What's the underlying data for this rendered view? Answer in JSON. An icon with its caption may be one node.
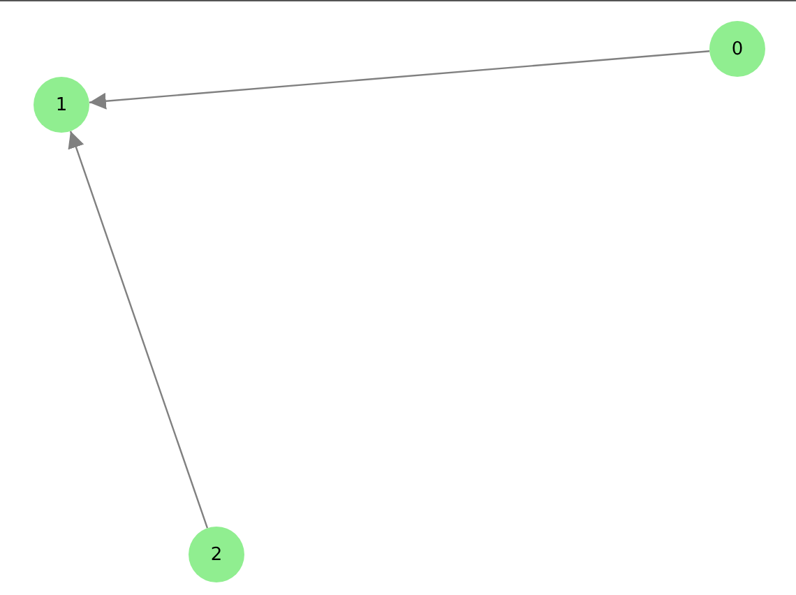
{
  "diagram": {
    "nodes": [
      {
        "text": [
          "0"
        ]
      },
      {
        "text": [
          "1"
        ]
      },
      {
        "text": [
          "2"
        ]
      }
    ],
    "edges": [
      {
        "from": 0,
        "to": 1,
        "arrow": "to"
      },
      {
        "from": 2,
        "to": 1,
        "arrow": "to"
      }
    ]
  }
}
